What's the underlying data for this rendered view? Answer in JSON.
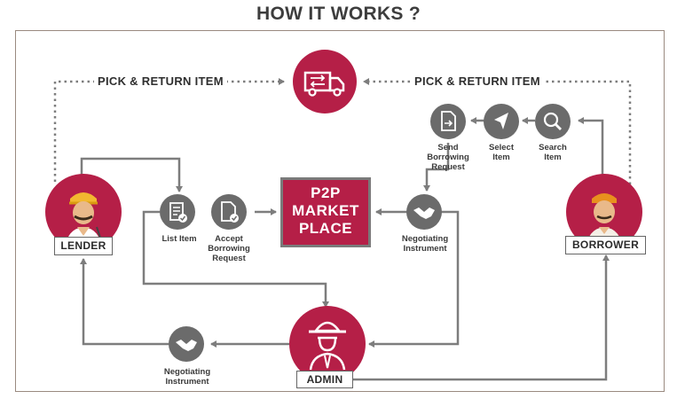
{
  "title": "HOW IT WORKS ?",
  "pick_return": {
    "left": "PICK & RETURN ITEM",
    "right": "PICK & RETURN ITEM"
  },
  "center": {
    "line1": "P2P",
    "line2": "MARKET",
    "line3": "PLACE"
  },
  "actors": {
    "lender": "LENDER",
    "borrower": "BORROWER",
    "admin": "ADMIN"
  },
  "steps": {
    "list_item": "List Item",
    "accept_request": "Accept\nBorrowing\nRequest",
    "negotiating_right": "Negotiating\nInstrument",
    "send_request": "Send\nBorrowing\nRequest",
    "select_item": "Select\nItem",
    "search_item": "Search\nItem",
    "negotiating_bottom": "Negotiating\nInstrument"
  },
  "colors": {
    "accent": "#b51f47",
    "icon_grey": "#6b6b6b",
    "line_grey": "#7d7d7d"
  },
  "icons": [
    "truck-icon",
    "list-check-icon",
    "document-check-icon",
    "handshake-icon",
    "document-send-icon",
    "cursor-arrow-icon",
    "search-icon",
    "lender-avatar",
    "borrower-avatar",
    "admin-spy-icon"
  ]
}
